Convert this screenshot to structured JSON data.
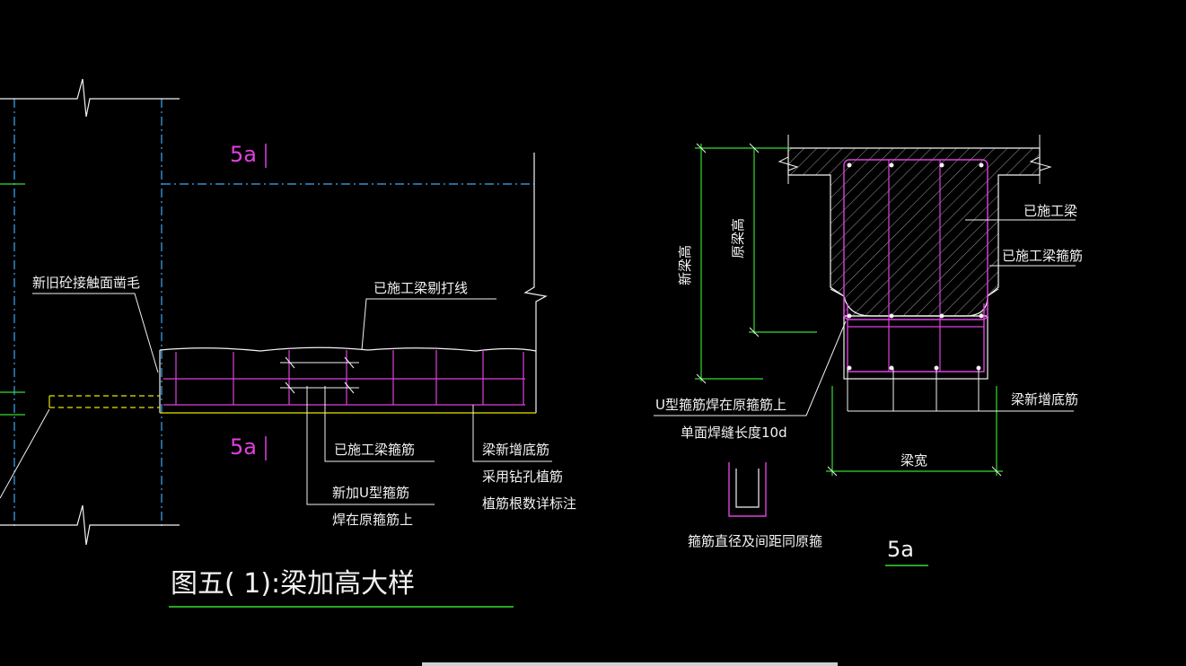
{
  "labels": {
    "interface_roughen": "新旧砼接触面凿毛",
    "beam_chisel_line": "已施工梁剔打线",
    "section_mark_top": "5a",
    "section_mark_bottom": "5a",
    "existing_stirrup": "已施工梁箍筋",
    "new_u_stirrup_1": "新加U型箍筋",
    "new_u_stirrup_2": "焊在原箍筋上",
    "new_bottom_bar_1": "梁新增底筋",
    "new_bottom_bar_2": "采用钻孔植筋",
    "new_bottom_bar_3": "植筋根数详标注",
    "figure_title": "图五(      1):梁加高大样",
    "new_beam_height": "新梁高",
    "orig_beam_height": "原梁高",
    "existing_beam": "已施工梁",
    "existing_beam_stirrup": "已施工梁箍筋",
    "weld_note_1": "U型箍筋焊在原箍筋上",
    "weld_note_2": "单面焊缝长度10d",
    "beam_new_bottom": "梁新增底筋",
    "beam_width": "梁宽",
    "stirrup_note": "箍筋直径及间距同原箍",
    "section_title": "5a"
  },
  "colors": {
    "background": "#000000",
    "line": "#ffffff",
    "rebar": "#e040e0",
    "dimension": "#33dd33",
    "axis": "#3fa9f5",
    "hatch": "#9a9a9a"
  }
}
